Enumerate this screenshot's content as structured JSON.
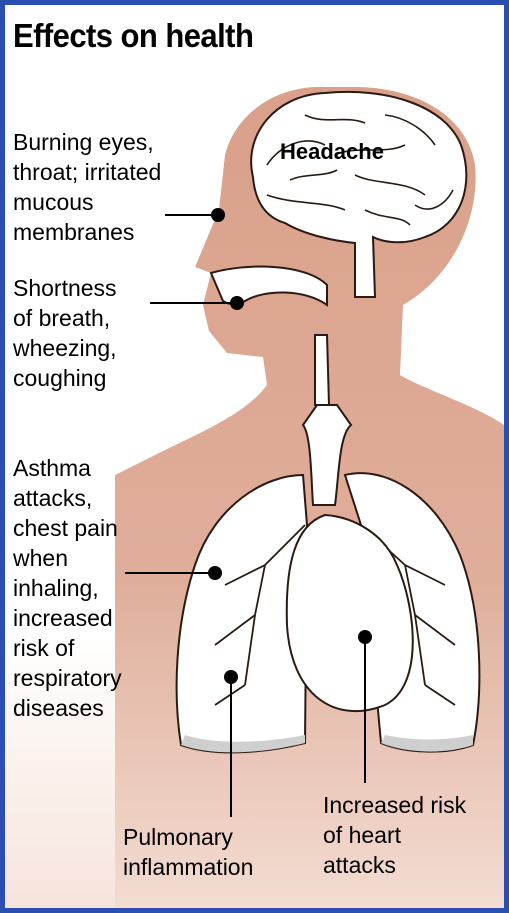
{
  "title": "Effects on health",
  "labels": {
    "headache": "Headache",
    "eyes": "Burning eyes,\nthroat; irritated\nmucous\nmembranes",
    "breath": "Shortness\nof breath,\nwheezing,\ncoughing",
    "asthma": "Asthma\nattacks,\nchest pain\nwhen\ninhaling,\nincreased\nrisk of\nrespiratory\ndiseases",
    "pulmonary": "Pulmonary\ninflammation",
    "heart": "Increased risk\nof heart\nattacks"
  },
  "colors": {
    "skin": "#d9a08a",
    "organ": "#ffffff",
    "outline": "#2a1a14",
    "frame": "#2a4fb0"
  }
}
